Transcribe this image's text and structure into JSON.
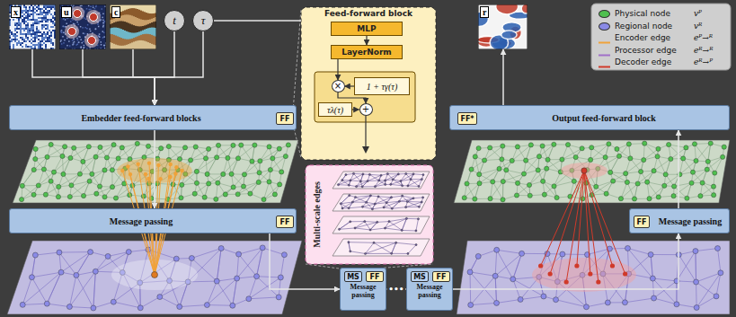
{
  "diagram": {
    "nodes": [
      {
        "text": [
          "x"
        ]
      },
      {
        "text": [
          "u"
        ]
      },
      {
        "text": [
          "c"
        ]
      },
      {
        "text": [
          "t"
        ]
      },
      {
        "text": [
          "τ"
        ]
      },
      {
        "text": [
          "Feed-forward block"
        ]
      },
      {
        "text": [
          "MLP"
        ],
        "in": 5
      },
      {
        "text": [
          "LayerNorm"
        ],
        "in": 5
      },
      {
        "text": [
          "×"
        ],
        "in": 5
      },
      {
        "text": [
          "1 + τγ(τ)"
        ],
        "in": 5
      },
      {
        "text": [
          "τλ(τ)"
        ],
        "in": 5
      },
      {
        "text": [
          "+"
        ],
        "in": 5
      },
      {
        "text": [
          "r"
        ]
      },
      {
        "text": [
          "Embedder feed-forward blocks"
        ]
      },
      {
        "text": [
          "FF"
        ],
        "in": 13
      },
      {
        "text": [
          "Output feed-forward block"
        ]
      },
      {
        "text": [
          "FF*"
        ],
        "in": 15
      },
      {
        "text": [
          "Multi-scale edges"
        ]
      },
      {
        "text": [
          "Message passing"
        ]
      },
      {
        "text": [
          "FF"
        ],
        "in": 18
      },
      {
        "text": [
          "Message passing"
        ]
      },
      {
        "text": [
          "FF"
        ],
        "in": 20
      },
      {
        "text": [
          "Message passing"
        ]
      },
      {
        "text": [
          "MS"
        ],
        "in": 22
      },
      {
        "text": [
          "FF"
        ],
        "in": 22
      },
      {
        "text": [
          "Message passing"
        ]
      },
      {
        "text": [
          "MS"
        ],
        "in": 25
      },
      {
        "text": [
          "FF"
        ],
        "in": 25
      }
    ],
    "edges": [
      {
        "from": 0,
        "to": 13,
        "arrow": "to"
      },
      {
        "from": 1,
        "to": 13,
        "arrow": "to"
      },
      {
        "from": 2,
        "to": 13,
        "arrow": "to"
      },
      {
        "from": 3,
        "to": 13,
        "arrow": "to"
      },
      {
        "from": 4,
        "to": 13,
        "arrow": "to"
      },
      {
        "from": 4,
        "to": 5,
        "arrow": "none"
      },
      {
        "from": 6,
        "to": 7,
        "arrow": "to"
      },
      {
        "from": 7,
        "to": 8,
        "arrow": "to"
      },
      {
        "from": 9,
        "to": 8,
        "arrow": "to"
      },
      {
        "from": 8,
        "to": 11,
        "arrow": "to"
      },
      {
        "from": 10,
        "to": 11,
        "arrow": "to"
      },
      {
        "from": 13,
        "to": 18,
        "arrow": "to"
      },
      {
        "from": 18,
        "to": 22,
        "arrow": "to"
      },
      {
        "from": 22,
        "to": 25,
        "label": "•••",
        "arrow": "to"
      },
      {
        "from": 25,
        "to": 20,
        "arrow": "to"
      },
      {
        "from": 20,
        "to": 15,
        "arrow": "to"
      },
      {
        "from": 15,
        "to": 12,
        "arrow": "to"
      }
    ],
    "labels": [
      "vᴾ",
      "vᴿ",
      "eᴾ→ᴿ",
      "eᴿ→ᴿ",
      "eᴿ→ᴾ"
    ],
    "legend": [
      {
        "text": "Physical node",
        "color": "#4fbf4f"
      },
      {
        "text": "Regional node",
        "color": "#8a8ae6"
      },
      {
        "text": "Encoder edge"
      },
      {
        "text": "Processor edge"
      },
      {
        "text": "Decoder edge"
      }
    ]
  }
}
